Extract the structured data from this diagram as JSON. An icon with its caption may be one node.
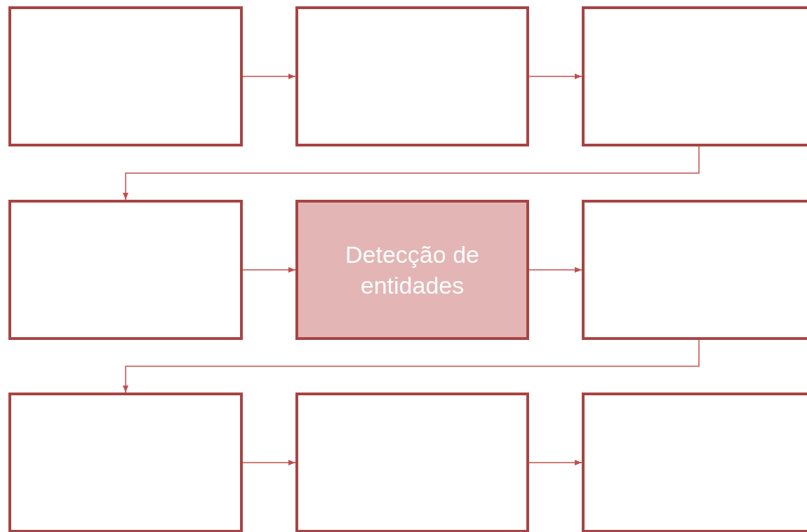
{
  "diagram": {
    "nodes": [
      {
        "text": [],
        "shape": "box"
      },
      {
        "text": [],
        "shape": "box"
      },
      {
        "text": [],
        "shape": "box"
      },
      {
        "text": [],
        "shape": "box"
      },
      {
        "text": [
          "Detecção de entidades"
        ]
      },
      {
        "text": [],
        "shape": "box"
      },
      {
        "text": [],
        "shape": "box"
      },
      {
        "text": [],
        "shape": "box"
      },
      {
        "text": [],
        "shape": "box"
      }
    ],
    "edges": [
      {
        "from": 0,
        "to": 1,
        "arrow": "to"
      },
      {
        "from": 1,
        "to": 2,
        "arrow": "to"
      },
      {
        "from": 2,
        "to": 3,
        "arrow": "to"
      },
      {
        "from": 3,
        "to": 4,
        "arrow": "to"
      },
      {
        "from": 4,
        "to": 5,
        "arrow": "to"
      },
      {
        "from": 5,
        "to": 6,
        "arrow": "to"
      },
      {
        "from": 6,
        "to": 7,
        "arrow": "to"
      },
      {
        "from": 7,
        "to": 8,
        "arrow": "to"
      }
    ]
  }
}
